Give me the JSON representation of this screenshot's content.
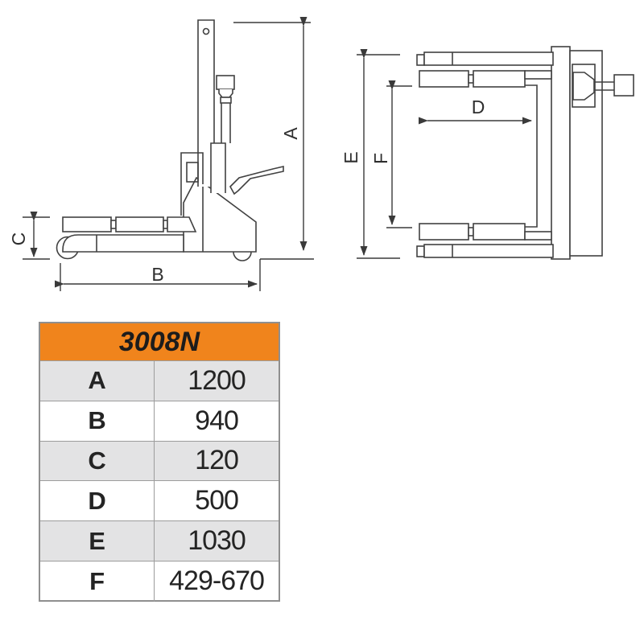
{
  "colors": {
    "header_bg": "#f0841c",
    "row_alt_bg": "#e3e3e4",
    "line": "#414141"
  },
  "side_view": {
    "label_a": "A",
    "label_b": "B",
    "label_c": "C"
  },
  "top_view": {
    "label_d": "D",
    "label_e": "E",
    "label_f": "F"
  },
  "spec_table": {
    "model": "3008N",
    "rows": [
      {
        "dim": "A",
        "value": "1200"
      },
      {
        "dim": "B",
        "value": "940"
      },
      {
        "dim": "C",
        "value": "120"
      },
      {
        "dim": "D",
        "value": "500"
      },
      {
        "dim": "E",
        "value": "1030"
      },
      {
        "dim": "F",
        "value": "429-670"
      }
    ]
  }
}
